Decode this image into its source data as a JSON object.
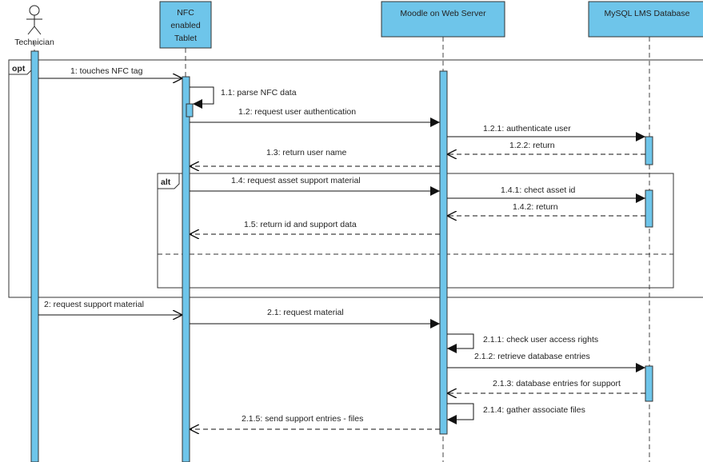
{
  "participants": {
    "technician": "Technician",
    "tablet": [
      "NFC",
      "enabled",
      "Tablet"
    ],
    "moodle": "Moodle on Web Server",
    "mysql": "MySQL LMS Database"
  },
  "fragments": {
    "opt": "opt",
    "alt": "alt"
  },
  "messages": {
    "m1": "1: touches NFC tag",
    "m1_1": "1.1: parse NFC data",
    "m1_2": "1.2: request user authentication",
    "m1_2_1": "1.2.1: authenticate user",
    "m1_2_2": "1.2.2: return",
    "m1_3": "1.3: return user name",
    "m1_4": "1.4: request asset support material",
    "m1_4_1": "1.4.1: chect asset id",
    "m1_4_2": "1.4.2: return",
    "m1_5": "1.5: return id and support data",
    "m2": "2: request support material",
    "m2_1": "2.1: request material",
    "m2_1_1": "2.1.1: check user access rights",
    "m2_1_2": "2.1.2: retrieve database entries",
    "m2_1_3": "2.1.3: database entries for support",
    "m2_1_4": "2.1.4: gather associate files",
    "m2_1_5": "2.1.5: send support entries - files"
  },
  "colors": {
    "header_fill": "#6ec5ea",
    "activation_fill": "#6ec5ea",
    "line": "#111111"
  }
}
